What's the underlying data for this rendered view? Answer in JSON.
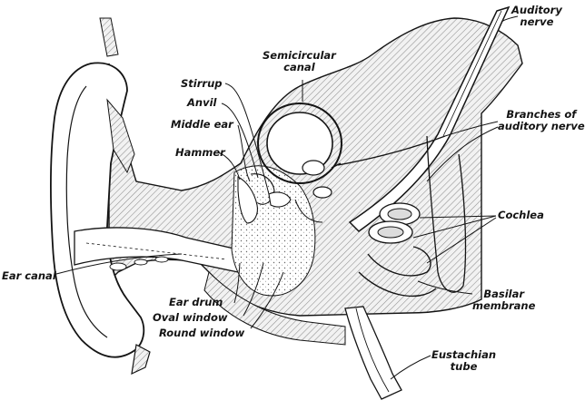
{
  "labels": {
    "auditory_nerve": {
      "line1": "Auditory",
      "line2": "nerve"
    },
    "semicircular_canal": {
      "line1": "Semicircular",
      "line2": "canal"
    },
    "stirrup": "Stirrup",
    "anvil": "Anvil",
    "middle_ear": "Middle ear",
    "hammer": "Hammer",
    "branches_auditory_nerve": {
      "line1": "Branches of",
      "line2": "auditory nerve"
    },
    "cochlea": "Cochlea",
    "ear_canal": "Ear canal",
    "basilar_membrane": {
      "line1": "Basilar",
      "line2": "membrane"
    },
    "ear_drum": "Ear drum",
    "oval_window": "Oval window",
    "round_window": "Round window",
    "eustachian_tube": {
      "line1": "Eustachian",
      "line2": "tube"
    }
  },
  "colors": {
    "ink": "#141414",
    "hatch": "#9a9a9a",
    "paper": "#ffffff"
  }
}
